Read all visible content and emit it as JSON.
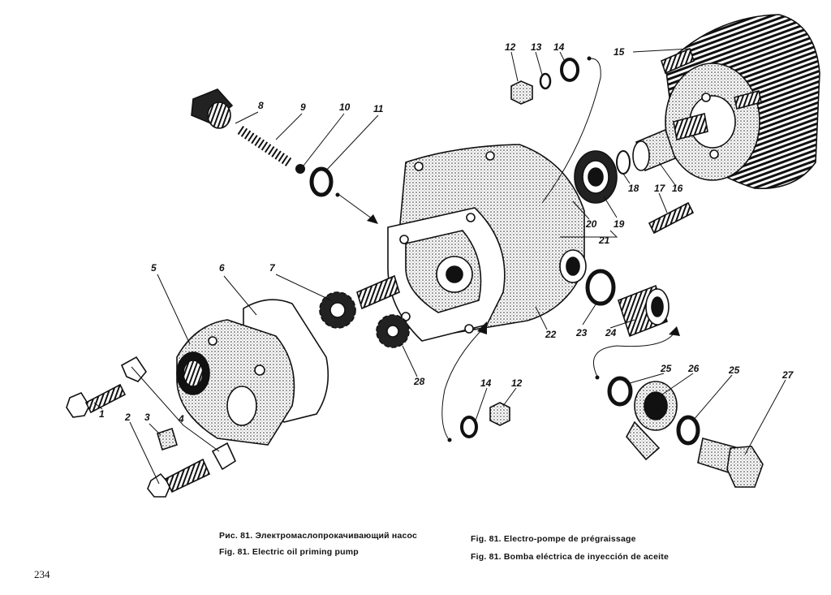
{
  "figure": {
    "captions": {
      "ru": "Рис. 81. Электромаслопрокачивающий насос",
      "en": "Fig. 81. Electric oil priming pump",
      "fr": "Fig. 81. Electro-pompe de prégraissage",
      "es": "Fig. 81. Bomba eléctrica de inyección de aceite"
    },
    "page_number": "234"
  },
  "callouts": {
    "n1": "1",
    "n2": "2",
    "n3": "3",
    "n4": "4",
    "n5": "5",
    "n6": "6",
    "n7": "7",
    "n8": "8",
    "n9": "9",
    "n10": "10",
    "n11": "11",
    "n12a": "12",
    "n12b": "12",
    "n13": "13",
    "n14a": "14",
    "n14b": "14",
    "n15": "15",
    "n16": "16",
    "n17": "17",
    "n18": "18",
    "n19": "19",
    "n20": "20",
    "n21": "21",
    "n22": "22",
    "n23": "23",
    "n24": "24",
    "n25a": "25",
    "n25b": "25",
    "n26": "26",
    "n27": "27",
    "n28": "28"
  }
}
